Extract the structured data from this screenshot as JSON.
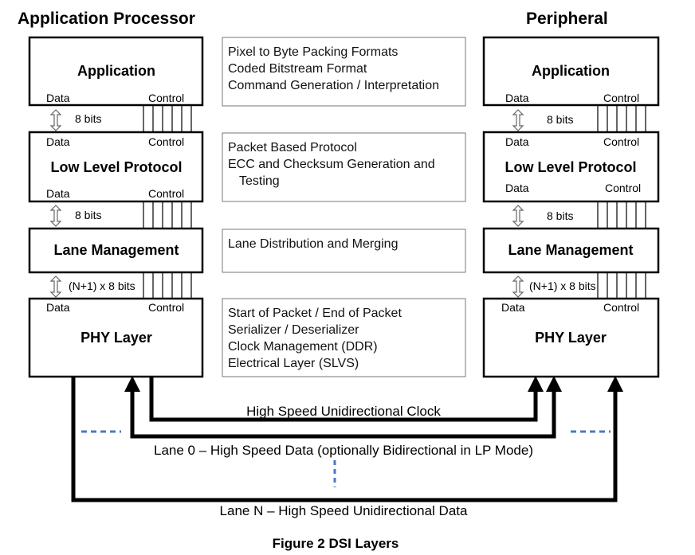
{
  "headers": {
    "left": "Application Processor",
    "right": "Peripheral"
  },
  "blocks": {
    "application": "Application",
    "low_level_protocol": "Low Level Protocol",
    "lane_management": "Lane Management",
    "phy_layer": "PHY Layer"
  },
  "port_labels": {
    "data": "Data",
    "control": "Control"
  },
  "bus_widths": {
    "eight_bits": "8 bits",
    "lanes": "(N+1) x 8 bits"
  },
  "descriptions": {
    "application": [
      "Pixel to Byte Packing Formats",
      "Coded Bitstream Format",
      "Command Generation / Interpretation"
    ],
    "protocol": [
      "Packet Based Protocol",
      "ECC and Checksum Generation and",
      "Testing"
    ],
    "lane": [
      "Lane Distribution and Merging"
    ],
    "phy": [
      "Start of Packet / End of Packet",
      "Serializer / Deserializer",
      "Clock Management (DDR)",
      "Electrical Layer (SLVS)"
    ]
  },
  "signals": {
    "clock": "High Speed Unidirectional Clock",
    "lane0": "Lane 0 – High Speed Data (optionally Bidirectional in LP Mode)",
    "laneN": "Lane N – High Speed Unidirectional Data"
  },
  "caption": "Figure 2 DSI Layers",
  "colors": {
    "dashed_marker": "#4a7ac0",
    "line": "#000000"
  }
}
